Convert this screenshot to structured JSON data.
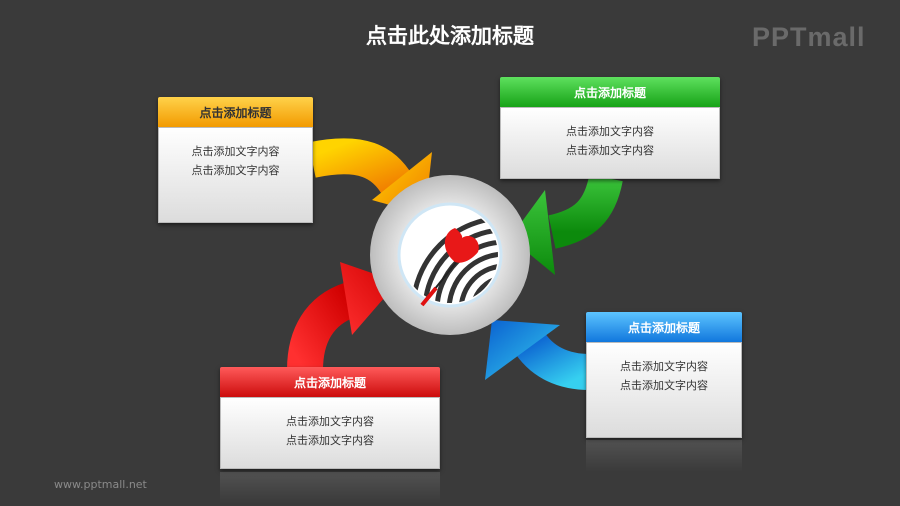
{
  "title": "点击此处添加标题",
  "logo": "PPTmall",
  "footer": "www.pptmall.net",
  "colors": {
    "background": "#3a3a3a",
    "orange": "#f29a00",
    "green": "#17a317",
    "blue": "#1177dd",
    "red": "#cc0c0c"
  },
  "center_icon": "dartboard-target-icon",
  "boxes": [
    {
      "color": "orange",
      "title": "点击添加标题",
      "lines": [
        "点击添加文字内容",
        "点击添加文字内容"
      ]
    },
    {
      "color": "green",
      "title": "点击添加标题",
      "lines": [
        "点击添加文字内容",
        "点击添加文字内容"
      ]
    },
    {
      "color": "blue",
      "title": "点击添加标题",
      "lines": [
        "点击添加文字内容",
        "点击添加文字内容"
      ]
    },
    {
      "color": "red",
      "title": "点击添加标题",
      "lines": [
        "点击添加文字内容",
        "点击添加文字内容"
      ]
    }
  ]
}
